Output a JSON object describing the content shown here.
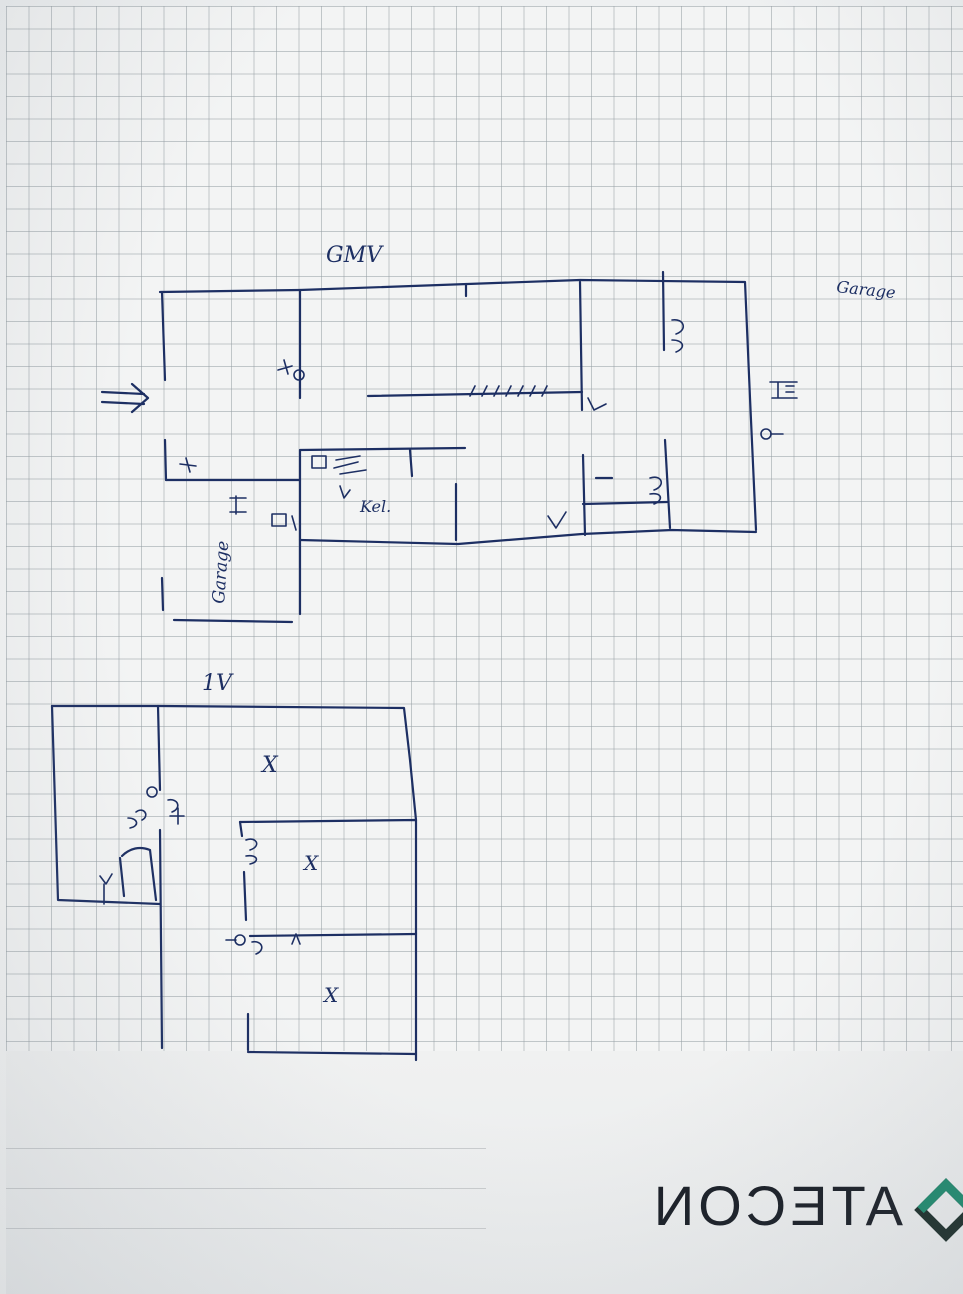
{
  "floor_upper_label": "GMV",
  "garage_label": "Garage",
  "room_label_keller": "Kel.",
  "room_label_garage_left": "Garage",
  "floor_lower_label": "1V",
  "room_marks": [
    "X",
    "X",
    "X"
  ],
  "brand": {
    "name": "ATECON",
    "orientation": "mirrored",
    "text_color": "#1a1f27",
    "mark_color_dark": "#1c2e2a",
    "mark_color_accent": "#1f8a6e"
  },
  "ink_color": "#1d2f63"
}
